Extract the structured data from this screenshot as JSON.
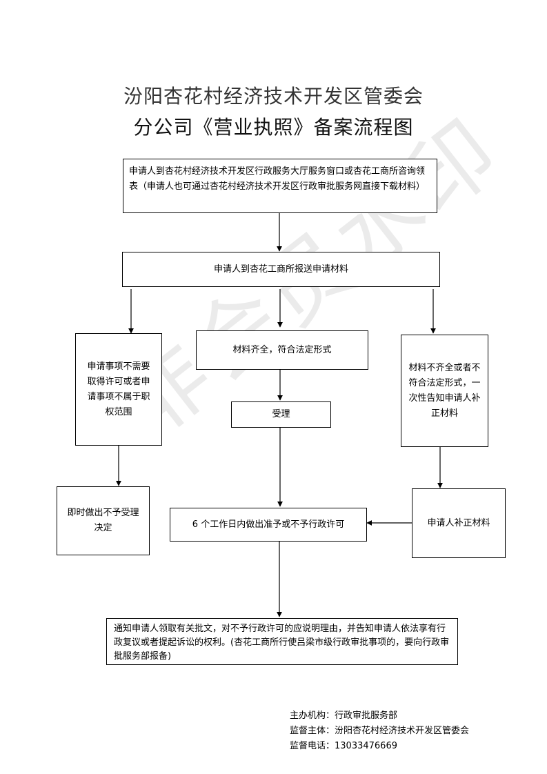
{
  "title": {
    "line1": "汾阳杏花村经济技术开发区管委会",
    "line2": "分公司《营业执照》备案流程图"
  },
  "watermark": "非会员水印",
  "steps": {
    "consult": "申请人到杏花村经济技术开发区行政服务大厅服务窗口或杏花工商所咨询领表（申请人也可通过杏花村经济技术开发区行政审批服务网直接下载材料）",
    "submit": "申请人到杏花工商所报送申请材料",
    "not_required": "申请事项不需要取得许可或者申请事项不属于职权范围",
    "complete": "材料齐全，符合法定形式",
    "incomplete": "材料不齐全或者不符合法定形式，一次性告知申请人补正材料",
    "accept": "受理",
    "reject_now": "即时做出不予受理决定",
    "decision": "6 个工作日内做出准予或不予行政许可",
    "supplement": "申请人补正材料",
    "notify": "通知申请人领取有关批文，对不予行政许可的应说明理由，并告知申请人依法享有行政复议或者提起诉讼的权利。(杏花工商所行使吕梁市级行政审批事项的，要向行政审批服务部报备)"
  },
  "footer": {
    "organizer": "主办机构：行政审批服务部",
    "supervisor": "监督主体：汾阳杏花村经济技术开发区管委会",
    "phone": "监督电话：13033476669"
  }
}
